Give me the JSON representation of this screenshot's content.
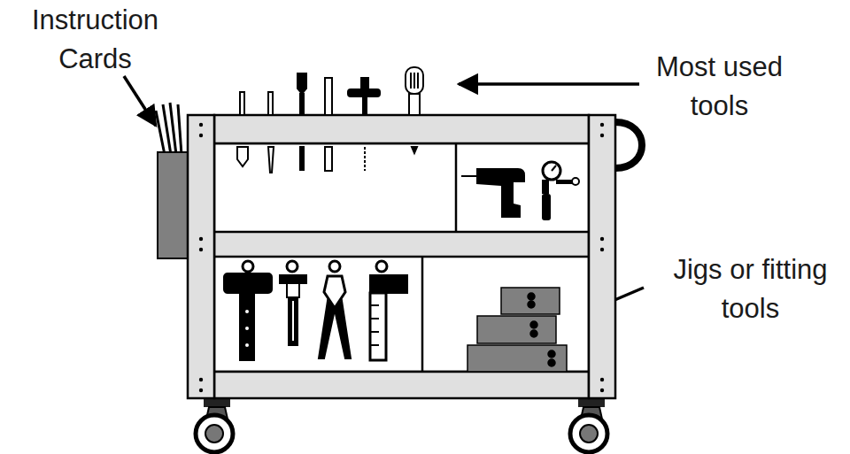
{
  "diagram": {
    "labels": [
      "Instruction Cards",
      "Most used tools",
      "Jigs or fitting tools"
    ]
  }
}
